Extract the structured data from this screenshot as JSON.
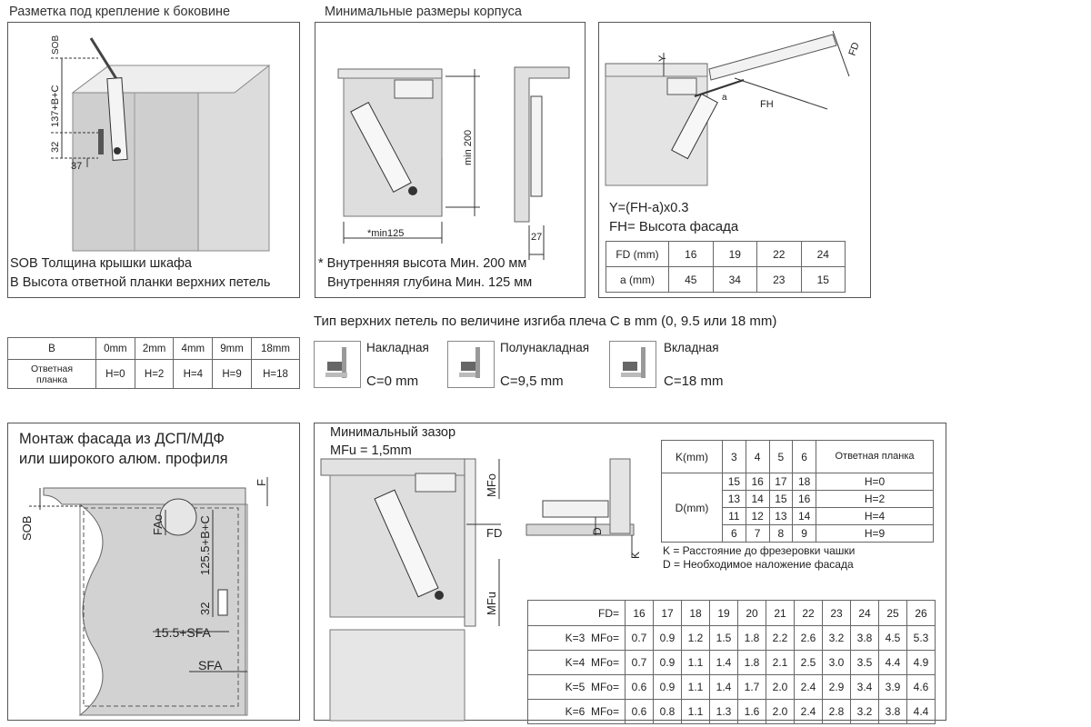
{
  "p1": {
    "title": "Разметка под крепление к боковине",
    "dims": {
      "sob": "SOB",
      "dim137": "137+B+C",
      "dim32": "32",
      "dim37": "37"
    },
    "legend_sob": "SOB Толщина крышки шкафа",
    "legend_b": "B Высота ответной планки верхних петель"
  },
  "p2": {
    "title": "Минимальные размеры корпуса",
    "dims": {
      "min200": "min 200",
      "min125": "*min125",
      "dim27": "27"
    },
    "note1": "* Внутренняя высота Мин. 200 мм",
    "note2": "Внутренняя глубина Мин. 125 мм"
  },
  "p3": {
    "dims": {
      "y": "Y",
      "fd": "FD",
      "fh": "FH",
      "a": "a"
    },
    "formula": "Y=(FH-a)x0.3",
    "fh_def": "FH= Высота фасада",
    "table": {
      "rows": [
        {
          "label": "FD (mm)",
          "values": [
            "16",
            "19",
            "22",
            "24"
          ]
        },
        {
          "label": "a (mm)",
          "values": [
            "45",
            "34",
            "23",
            "15"
          ]
        }
      ]
    }
  },
  "btable": {
    "header": [
      "B",
      "0mm",
      "2mm",
      "4mm",
      "9mm",
      "18mm"
    ],
    "row": [
      "Ответная планка",
      "H=0",
      "H=2",
      "H=4",
      "H=9",
      "H=18"
    ]
  },
  "hinges": {
    "title": "Тип верхних петель по величине изгиба плеча С в mm (0, 9.5 или 18 mm)",
    "items": [
      {
        "name": "Накладная",
        "value": "C=0 mm"
      },
      {
        "name": "Полунакладная",
        "value": "C=9,5 mm"
      },
      {
        "name": "Вкладная",
        "value": "C=18 mm"
      }
    ]
  },
  "p4": {
    "title1": "Монтаж фасада из ДСП/МДФ",
    "title2": "или широкого алюм. профиля",
    "dims": {
      "sob": "SOB",
      "fao": "FAo",
      "f": "F",
      "dim125": "125.5+B+C",
      "dim32": "32",
      "dim155": "15.5+SFA",
      "sfa": "SFA"
    }
  },
  "p5": {
    "title1": "Минимальный зазор",
    "title2": "MFu = 1,5mm",
    "dims": {
      "mfo": "MFo",
      "mfu": "MFu",
      "fd": "FD",
      "d": "D",
      "k": "K"
    },
    "legend_k": "K = Расстояние до фрезеровки чашки",
    "legend_d": "D = Необходимое наложение фасада",
    "kd": {
      "header": [
        "K(mm)",
        "3",
        "4",
        "5",
        "6",
        "Ответная планка"
      ],
      "row_label": "D(mm)",
      "rows": [
        [
          "15",
          "16",
          "17",
          "18",
          "H=0"
        ],
        [
          "13",
          "14",
          "15",
          "16",
          "H=2"
        ],
        [
          "11",
          "12",
          "13",
          "14",
          "H=4"
        ],
        [
          "6",
          "7",
          "8",
          "9",
          "H=9"
        ]
      ]
    },
    "mfo": {
      "header": [
        "FD=",
        "16",
        "17",
        "18",
        "19",
        "20",
        "21",
        "22",
        "23",
        "24",
        "25",
        "26"
      ],
      "rows": [
        [
          "K=3  MFo=",
          "0.7",
          "0.9",
          "1.2",
          "1.5",
          "1.8",
          "2.2",
          "2.6",
          "3.2",
          "3.8",
          "4.5",
          "5.3"
        ],
        [
          "K=4  MFo=",
          "0.7",
          "0.9",
          "1.1",
          "1.4",
          "1.8",
          "2.1",
          "2.5",
          "3.0",
          "3.5",
          "4.4",
          "4.9"
        ],
        [
          "K=5  MFo=",
          "0.6",
          "0.9",
          "1.1",
          "1.4",
          "1.7",
          "2.0",
          "2.4",
          "2.9",
          "3.4",
          "3.9",
          "4.6"
        ],
        [
          "K=6  MFo=",
          "0.6",
          "0.8",
          "1.1",
          "1.3",
          "1.6",
          "2.0",
          "2.4",
          "2.8",
          "3.2",
          "3.8",
          "4.4"
        ]
      ]
    }
  }
}
